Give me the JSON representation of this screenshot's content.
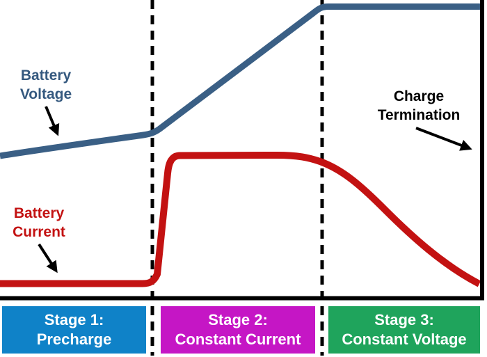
{
  "colors": {
    "voltage_line": "#3A5F85",
    "voltage_text": "#35597F",
    "current_line": "#C31212",
    "current_text": "#C31212",
    "stage1_bg": "#0F82C8",
    "stage2_bg": "#C516C5",
    "stage3_bg": "#1FA45C",
    "divider": "#000000",
    "annotation_text": "#000000"
  },
  "labels": {
    "battery_voltage": {
      "line1": "Battery",
      "line2": "Voltage"
    },
    "battery_current": {
      "line1": "Battery",
      "line2": "Current"
    },
    "charge_termination": {
      "line1": "Charge",
      "line2": "Termination"
    }
  },
  "stages": [
    {
      "line1": "Stage 1:",
      "line2": "Precharge",
      "color": "#0F82C8"
    },
    {
      "line1": "Stage 2:",
      "line2": "Constant Current",
      "color": "#C516C5"
    },
    {
      "line1": "Stage 3:",
      "line2": "Constant Voltage",
      "color": "#1FA45C"
    }
  ],
  "chart_data": {
    "type": "line",
    "title": "",
    "xlabel": "",
    "ylabel": "",
    "axes_visible": {
      "x_axis_line": true,
      "right_border_line": true,
      "ticks": false,
      "grid": false
    },
    "x_range_pct": [
      0,
      100
    ],
    "y_range_pct": [
      0,
      100
    ],
    "series": [
      {
        "name": "Battery Voltage",
        "color": "#3A5F85",
        "points_pct": [
          [
            0,
            48
          ],
          [
            15,
            51
          ],
          [
            31.5,
            55.5
          ],
          [
            50,
            76
          ],
          [
            66.5,
            98
          ],
          [
            100,
            98
          ]
        ]
      },
      {
        "name": "Battery Current",
        "color": "#C31212",
        "points_pct": [
          [
            0,
            5.5
          ],
          [
            30.5,
            5.5
          ],
          [
            33,
            12
          ],
          [
            35.5,
            48.5
          ],
          [
            57,
            48.5
          ],
          [
            66.5,
            46
          ],
          [
            74,
            37.5
          ],
          [
            80,
            30
          ],
          [
            90,
            17
          ],
          [
            99.5,
            5.5
          ]
        ]
      }
    ],
    "stage_dividers_x_pct": [
      31.3,
      66.2
    ],
    "stage_bands": [
      {
        "label": "Stage 1: Precharge",
        "x_pct": [
          0,
          31.3
        ]
      },
      {
        "label": "Stage 2: Constant Current",
        "x_pct": [
          31.3,
          66.2
        ]
      },
      {
        "label": "Stage 3: Constant Voltage",
        "x_pct": [
          66.2,
          100
        ]
      }
    ],
    "annotations": [
      {
        "text": "Battery Voltage",
        "points_to": "voltage curve in stage 1"
      },
      {
        "text": "Battery Current",
        "points_to": "current curve in stage 1"
      },
      {
        "text": "Charge Termination",
        "points_to": "end of charge at right border"
      }
    ],
    "legend": "none"
  }
}
